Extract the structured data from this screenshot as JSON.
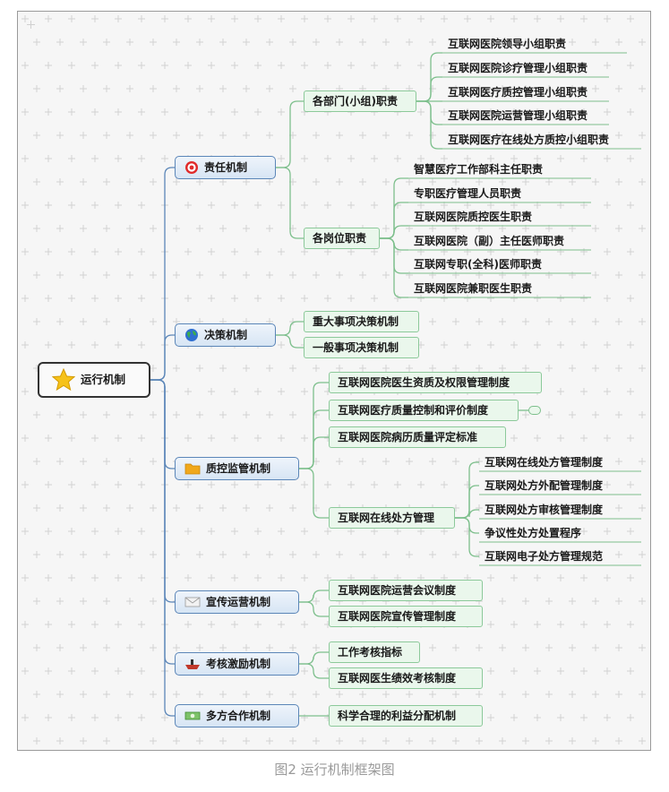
{
  "diagram": {
    "root": {
      "label": "运行机制",
      "icon": "star-icon"
    },
    "branches": [
      {
        "label": "责任机制",
        "icon": "target-icon",
        "children": [
          {
            "label": "各部门(小组)职责",
            "children": [
              "互联网医院领导小组职责",
              "互联网医院诊疗管理小组职责",
              "互联网医疗质控管理小组职责",
              "互联网医院运营管理小组职责",
              "互联网医疗在线处方质控小组职责"
            ]
          },
          {
            "label": "各岗位职责",
            "children": [
              "智慧医疗工作部科主任职责",
              "专职医疗管理人员职责",
              "互联网医院质控医生职责",
              "互联网医院（副）主任医师职责",
              "互联网专职(全科)医师职责",
              "互联网医院兼职医生职责"
            ]
          }
        ]
      },
      {
        "label": "决策机制",
        "icon": "globe-icon",
        "children": [
          {
            "label": "重大事项决策机制"
          },
          {
            "label": "一般事项决策机制"
          }
        ]
      },
      {
        "label": "质控监管机制",
        "icon": "folder-icon",
        "children": [
          {
            "label": "互联网医院医生资质及权限管理制度"
          },
          {
            "label": "互联网医疗质量控制和评价制度",
            "collapsed": true
          },
          {
            "label": "互联网医院病历质量评定标准"
          },
          {
            "label": "互联网在线处方管理",
            "children": [
              "互联网在线处方管理制度",
              "互联网处方外配管理制度",
              "互联网处方审核管理制度",
              "争议性处方处置程序",
              "互联网电子处方管理规范"
            ]
          }
        ]
      },
      {
        "label": "宣传运营机制",
        "icon": "envelope-icon",
        "children": [
          {
            "label": "互联网医院运营会议制度"
          },
          {
            "label": "互联网医院宣传管理制度"
          }
        ]
      },
      {
        "label": "考核激励机制",
        "icon": "ship-icon",
        "children": [
          {
            "label": "工作考核指标"
          },
          {
            "label": "互联网医生绩效考核制度"
          }
        ]
      },
      {
        "label": "多方合作机制",
        "icon": "money-icon",
        "children": [
          {
            "label": "科学合理的利益分配机制"
          }
        ]
      }
    ]
  },
  "caption": "图2 运行机制框架图"
}
